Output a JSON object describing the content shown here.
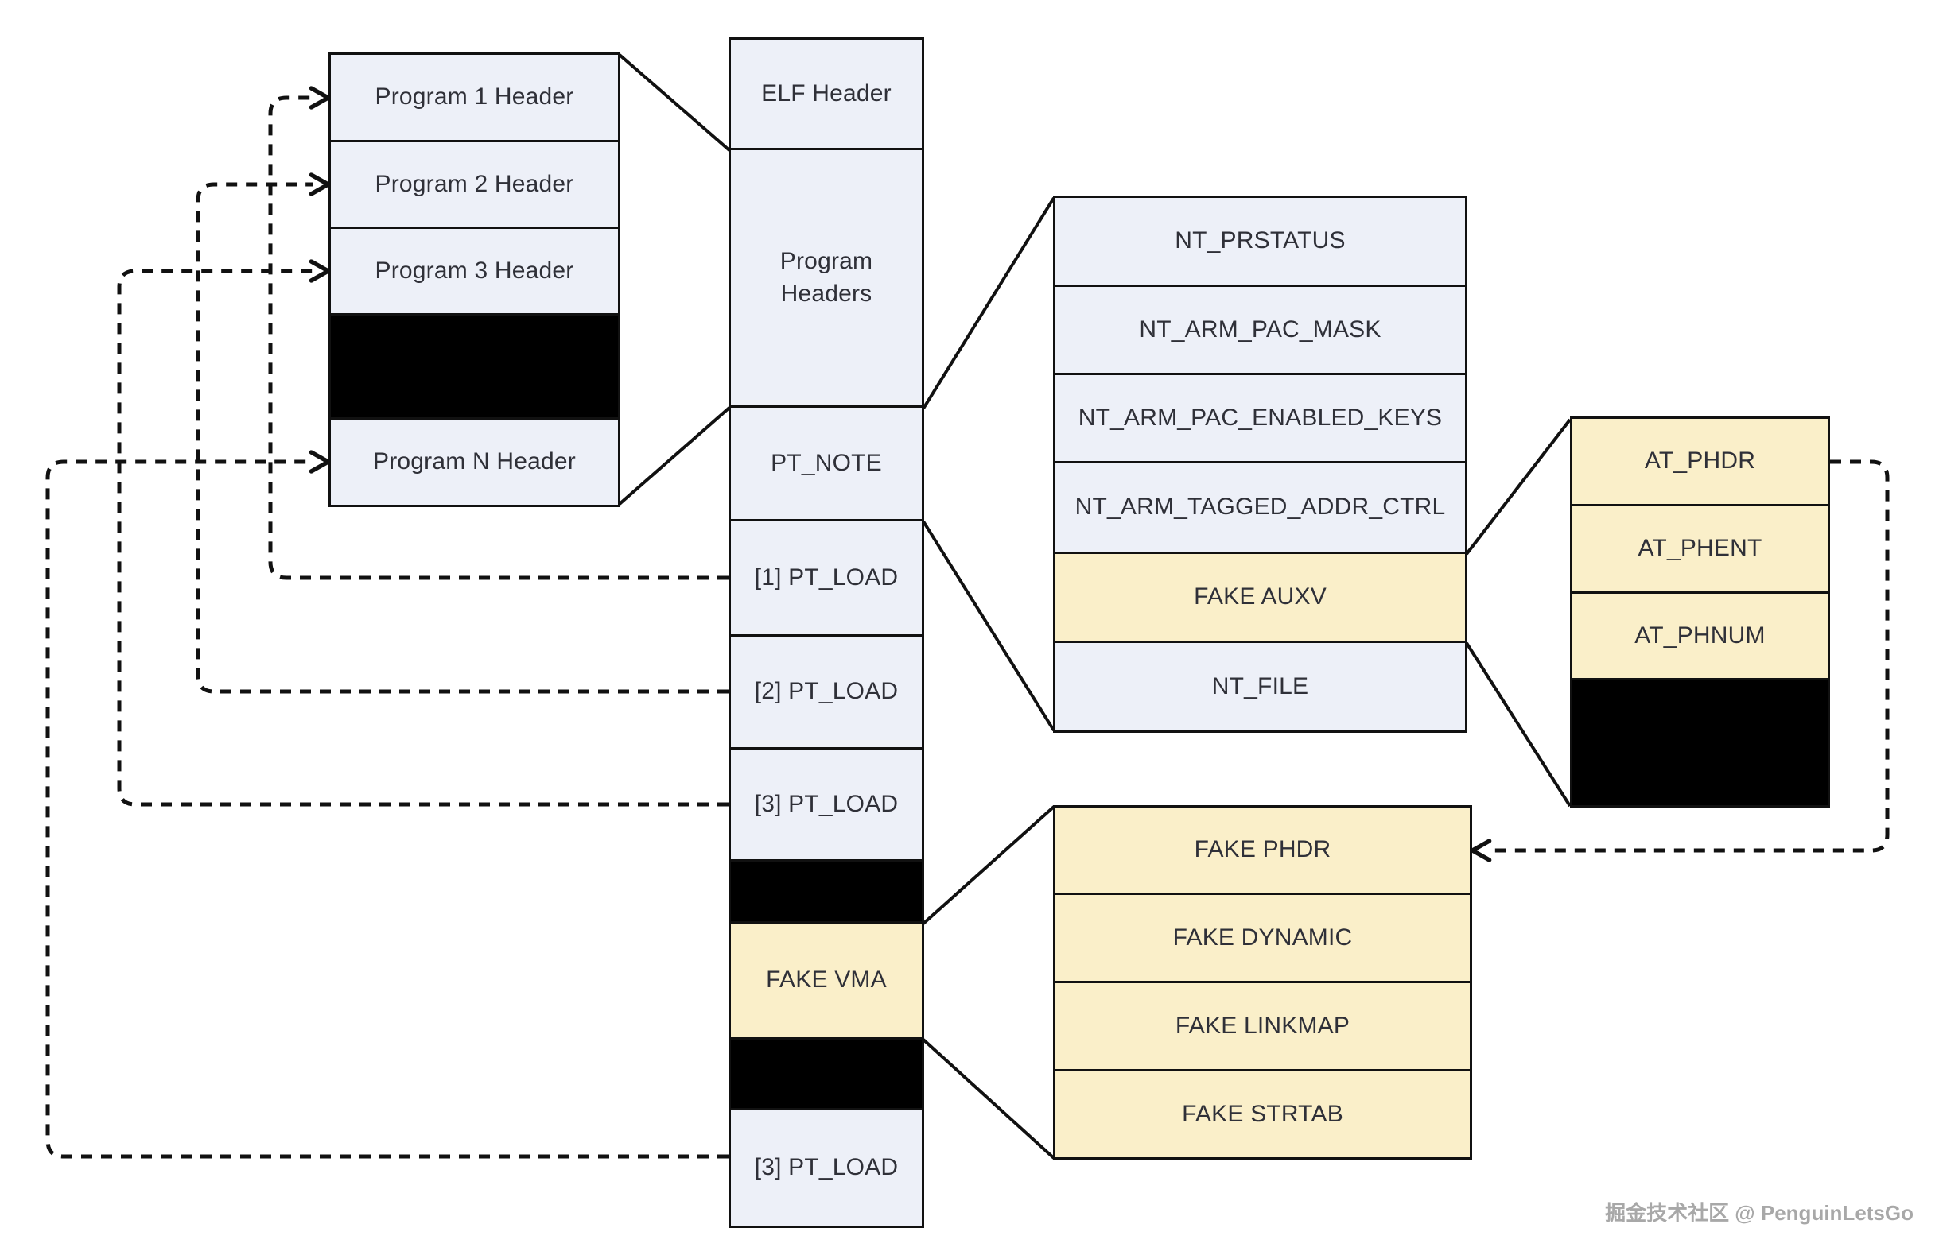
{
  "left_box": {
    "rows": [
      {
        "label": "Program 1 Header",
        "style": "normal"
      },
      {
        "label": "Program 2 Header",
        "style": "normal"
      },
      {
        "label": "Program 3 Header",
        "style": "normal"
      },
      {
        "label": "",
        "style": "filler"
      },
      {
        "label": "Program N Header",
        "style": "normal"
      }
    ]
  },
  "core_box": {
    "rows": [
      {
        "label": "ELF Header",
        "style": "normal"
      },
      {
        "label": "Program Headers",
        "style": "normal"
      },
      {
        "label": "PT_NOTE",
        "style": "normal"
      },
      {
        "label": "[1] PT_LOAD",
        "style": "normal"
      },
      {
        "label": "[2] PT_LOAD",
        "style": "normal"
      },
      {
        "label": "[3] PT_LOAD",
        "style": "normal"
      },
      {
        "label": "",
        "style": "filler"
      },
      {
        "label": "FAKE VMA",
        "style": "highlight"
      },
      {
        "label": "",
        "style": "filler"
      },
      {
        "label": "[3] PT_LOAD",
        "style": "normal"
      }
    ]
  },
  "note_box": {
    "rows": [
      {
        "label": "NT_PRSTATUS",
        "style": "normal"
      },
      {
        "label": "NT_ARM_PAC_MASK",
        "style": "normal"
      },
      {
        "label": "NT_ARM_PAC_ENABLED_KEYS",
        "style": "normal"
      },
      {
        "label": "NT_ARM_TAGGED_ADDR_CTRL",
        "style": "normal"
      },
      {
        "label": "FAKE AUXV",
        "style": "highlight"
      },
      {
        "label": "NT_FILE",
        "style": "normal"
      }
    ]
  },
  "auxv_box": {
    "rows": [
      {
        "label": "AT_PHDR",
        "style": "highlight"
      },
      {
        "label": "AT_PHENT",
        "style": "highlight"
      },
      {
        "label": "AT_PHNUM",
        "style": "highlight"
      },
      {
        "label": "",
        "style": "filler"
      }
    ]
  },
  "fake_box": {
    "rows": [
      {
        "label": "FAKE PHDR",
        "style": "highlight"
      },
      {
        "label": "FAKE DYNAMIC",
        "style": "highlight"
      },
      {
        "label": "FAKE LINKMAP",
        "style": "highlight"
      },
      {
        "label": "FAKE STRTAB",
        "style": "highlight"
      }
    ]
  },
  "watermark": "掘金技术社区 @ PenguinLetsGo",
  "colors": {
    "box_fill": "#EDF0F8",
    "highlight_fill": "#FAEFC9",
    "filler_fill": "#000000",
    "line": "#111111",
    "text": "#2F3038",
    "watermark": "#A8A8A8"
  }
}
